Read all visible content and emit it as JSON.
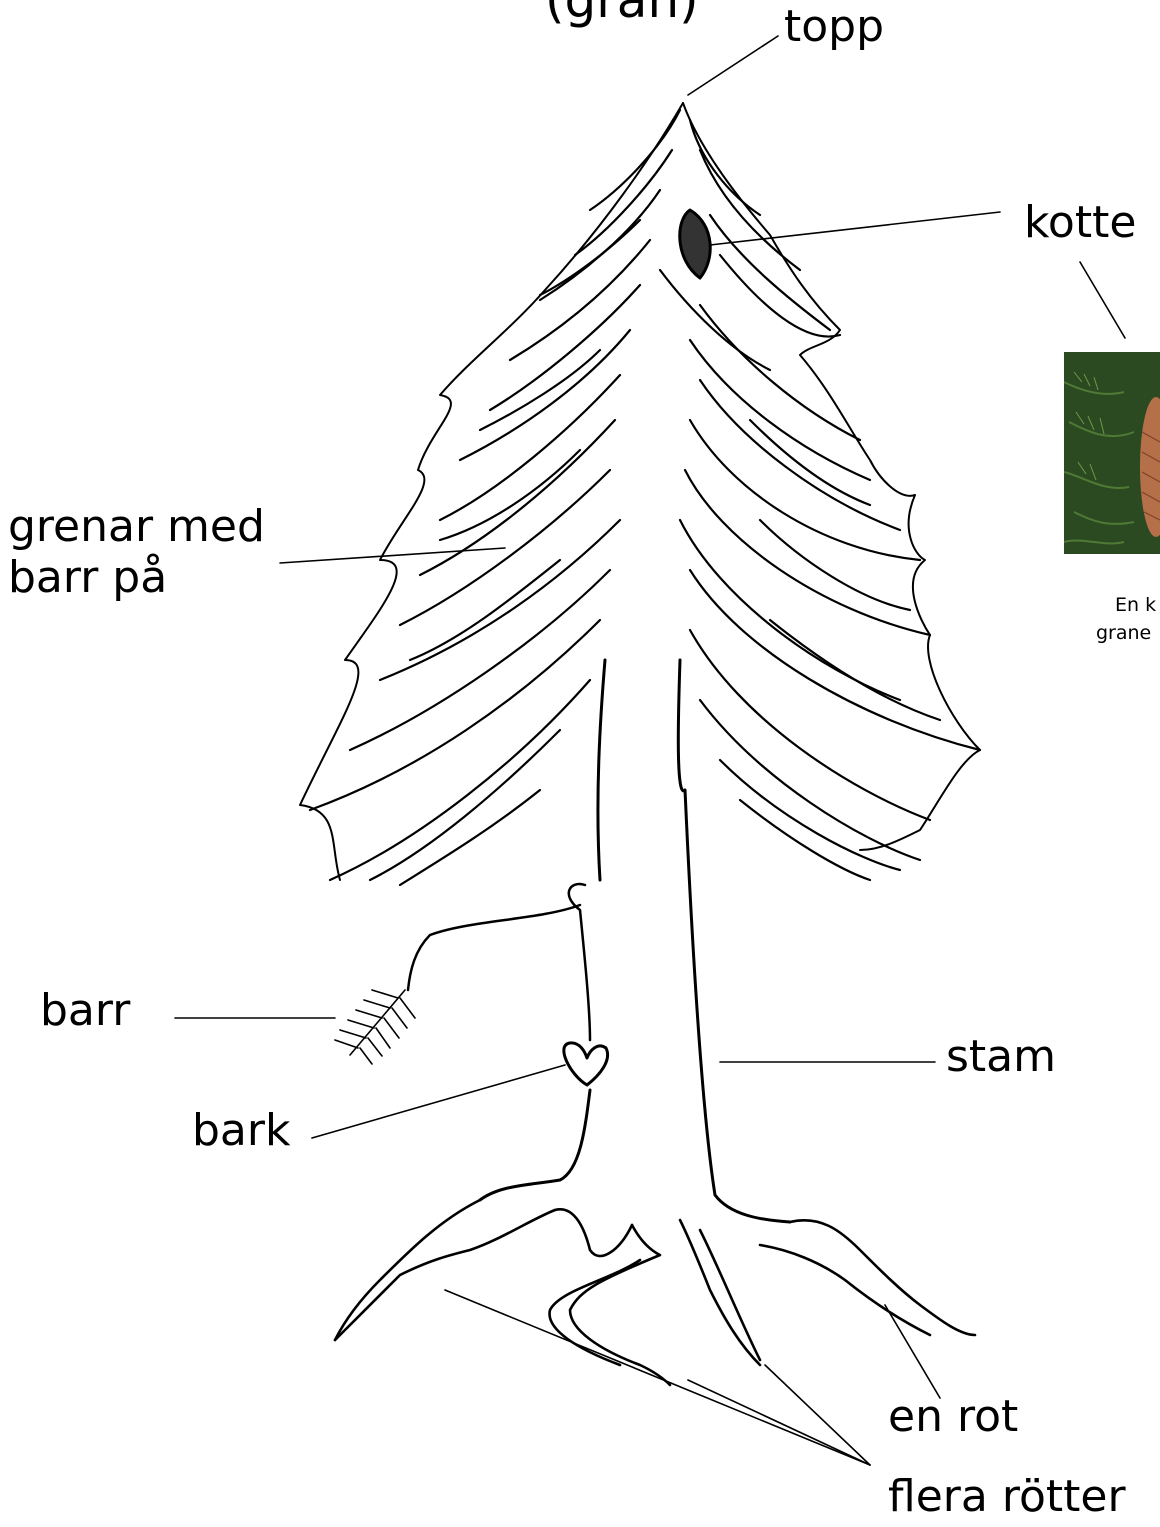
{
  "title_fragment": "(gran)",
  "labels": {
    "topp": "topp",
    "kotte": "kotte",
    "grenar": "grenar med\nbarr på",
    "barr": "barr",
    "bark": "bark",
    "stam": "stam",
    "en_rot": "en rot",
    "flera_rotter": "flera rötter"
  },
  "photo_caption": [
    "En k",
    "grane"
  ],
  "colors": {
    "ink": "#000000",
    "paper": "#ffffff",
    "photo_green": "#2d4a22",
    "cone_brown": "#b5704a"
  }
}
